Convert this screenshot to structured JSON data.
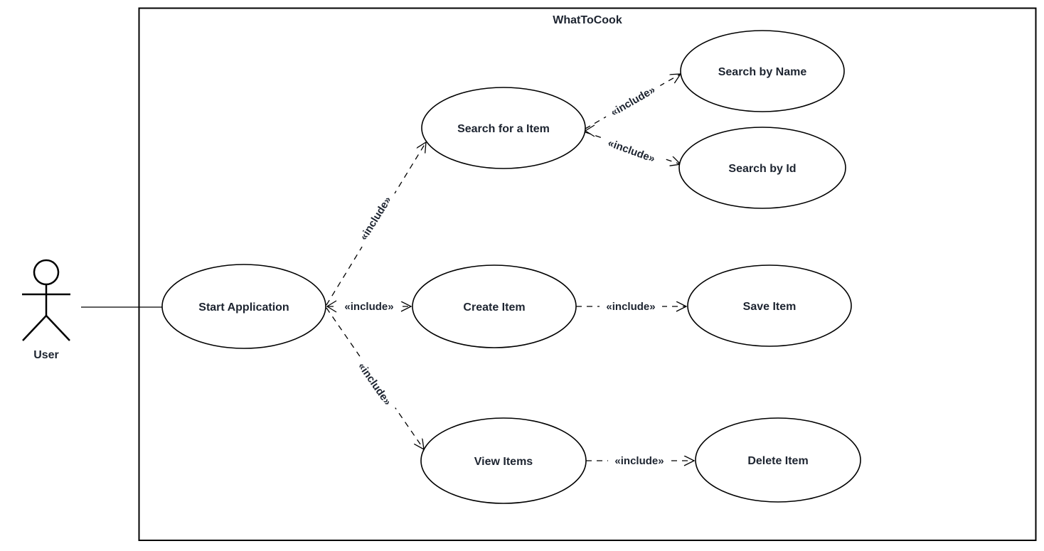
{
  "colors": {
    "background": "#ffffff",
    "stroke": "#000000",
    "text": "#1d2430"
  },
  "diagram": {
    "type": "uml-use-case-diagram",
    "system": {
      "title": "WhatToCook"
    },
    "actor": {
      "label": "User"
    },
    "use_cases": {
      "start_application": "Start Application",
      "search_for_a_item": "Search for a Item",
      "search_by_name": "Search by Name",
      "search_by_id": "Search by Id",
      "create_item": "Create Item",
      "save_item": "Save Item",
      "view_items": "View Items",
      "delete_item": "Delete Item"
    },
    "labels": {
      "include": "«include»"
    },
    "relationships": [
      {
        "from": "User",
        "to": "Start Application",
        "type": "association",
        "label": ""
      },
      {
        "from": "Start Application",
        "to": "Search for a Item",
        "type": "include",
        "label": "«include»"
      },
      {
        "from": "Start Application",
        "to": "Create Item",
        "type": "include",
        "label": "«include»"
      },
      {
        "from": "Start Application",
        "to": "View Items",
        "type": "include",
        "label": "«include»"
      },
      {
        "from": "Search for a Item",
        "to": "Search by Name",
        "type": "include",
        "label": "«include»"
      },
      {
        "from": "Search for a Item",
        "to": "Search by Id",
        "type": "include",
        "label": "«include»"
      },
      {
        "from": "Create Item",
        "to": "Save Item",
        "type": "include",
        "label": "«include»"
      },
      {
        "from": "View Items",
        "to": "Delete Item",
        "type": "include",
        "label": "«include»"
      }
    ]
  }
}
